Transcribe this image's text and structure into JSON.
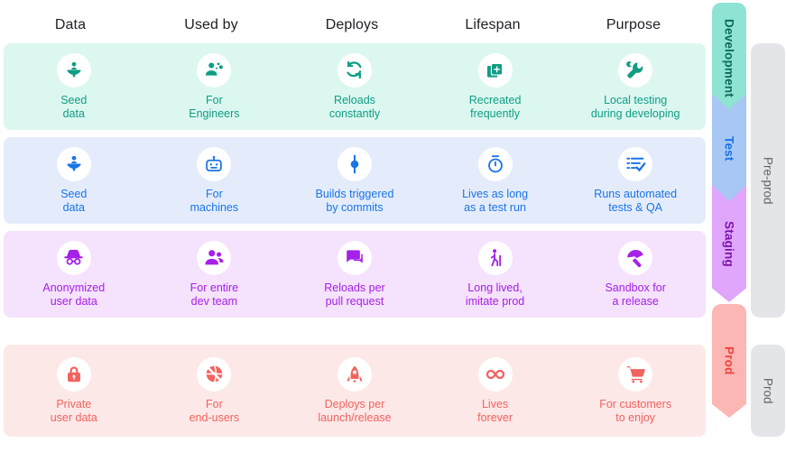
{
  "headers": [
    "Data",
    "Used by",
    "Deploys",
    "Lifespan",
    "Purpose"
  ],
  "colors": {
    "dev_bg": "#dcf7f0",
    "dev_fg": "#0f9d84",
    "dev_arrow": "#8fe3d2",
    "dev_arrow_text": "#0b6b5c",
    "test_bg": "#e4ecfb",
    "test_fg": "#1a73e8",
    "test_arrow": "#a9c7f5",
    "test_arrow_text": "#1a73e8",
    "staging_bg": "#f5e2fd",
    "staging_fg": "#a520e8",
    "staging_arrow": "#e0a6fb",
    "staging_arrow_text": "#7a12ab",
    "prod_bg": "#fde8e8",
    "prod_fg": "#f2625e",
    "prod_arrow": "#fcb6b3",
    "prod_arrow_text": "#ef4341",
    "group_bg": "#e4e5e9",
    "group_text": "#5f6368",
    "bubble_bg": "#ffffff",
    "page_bg": "#ffffff",
    "header_text": "#202124"
  },
  "rows": [
    {
      "stage_label": "Development",
      "cells": [
        {
          "icon": "seedling-icon",
          "text": "Seed\ndata"
        },
        {
          "icon": "engineer-icon",
          "text": "For\nEngineers"
        },
        {
          "icon": "refresh-icon",
          "text": "Reloads\nconstantly"
        },
        {
          "icon": "duplicate-add-icon",
          "text": "Recreated\nfrequently"
        },
        {
          "icon": "wrench-icon",
          "text": "Local testing\nduring developing"
        }
      ]
    },
    {
      "stage_label": "Test",
      "cells": [
        {
          "icon": "seedling-icon",
          "text": "Seed\ndata"
        },
        {
          "icon": "robot-icon",
          "text": "For\nmachines"
        },
        {
          "icon": "commit-icon",
          "text": "Builds triggered\nby commits"
        },
        {
          "icon": "stopwatch-icon",
          "text": "Lives as long\nas a test run"
        },
        {
          "icon": "checklist-icon",
          "text": "Runs automated\ntests & QA"
        }
      ]
    },
    {
      "stage_label": "Staging",
      "cells": [
        {
          "icon": "incognito-icon",
          "text": "Anonymized\nuser data"
        },
        {
          "icon": "people-icon",
          "text": "For entire\ndev team"
        },
        {
          "icon": "chat-icon",
          "text": "Reloads per\npull request"
        },
        {
          "icon": "elderly-icon",
          "text": "Long lived,\nimitate prod"
        },
        {
          "icon": "umbrella-icon",
          "text": "Sandbox for\na release"
        }
      ]
    },
    {
      "stage_label": "Prod",
      "cells": [
        {
          "icon": "lock-icon",
          "text": "Private\nuser data"
        },
        {
          "icon": "globe-block-icon",
          "text": "For\nend-users"
        },
        {
          "icon": "rocket-icon",
          "text": "Deploys per\nlaunch/release"
        },
        {
          "icon": "infinity-icon",
          "text": "Lives\nforever"
        },
        {
          "icon": "cart-icon",
          "text": "For customers\nto enjoy"
        }
      ]
    }
  ],
  "groups": [
    {
      "label": "Pre-prod"
    },
    {
      "label": "Prod"
    }
  ]
}
